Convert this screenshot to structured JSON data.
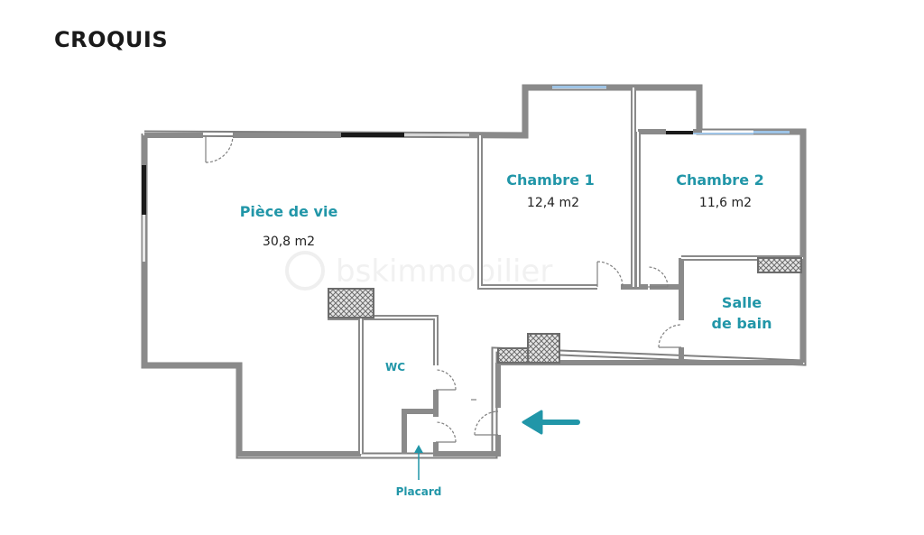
{
  "header": {
    "title": "CROQUIS"
  },
  "colors": {
    "wall": "#808080",
    "label": "#2196a8",
    "window": "#9ec4e6",
    "door": "#808080"
  },
  "rooms": [
    {
      "name": "Pièce de vie",
      "area": "30,8 m2"
    },
    {
      "name": "Chambre 1",
      "area": "12,4 m2"
    },
    {
      "name": "Chambre 2",
      "area": "11,6 m2"
    },
    {
      "name": "Salle",
      "name_line2": "de bain"
    },
    {
      "name": "WC"
    }
  ],
  "placard": {
    "label": "Placard"
  },
  "watermark": {
    "text": "bskimmobilier"
  },
  "icons": {
    "entrance": "arrow-left-icon",
    "placard": "arrow-up-icon"
  }
}
